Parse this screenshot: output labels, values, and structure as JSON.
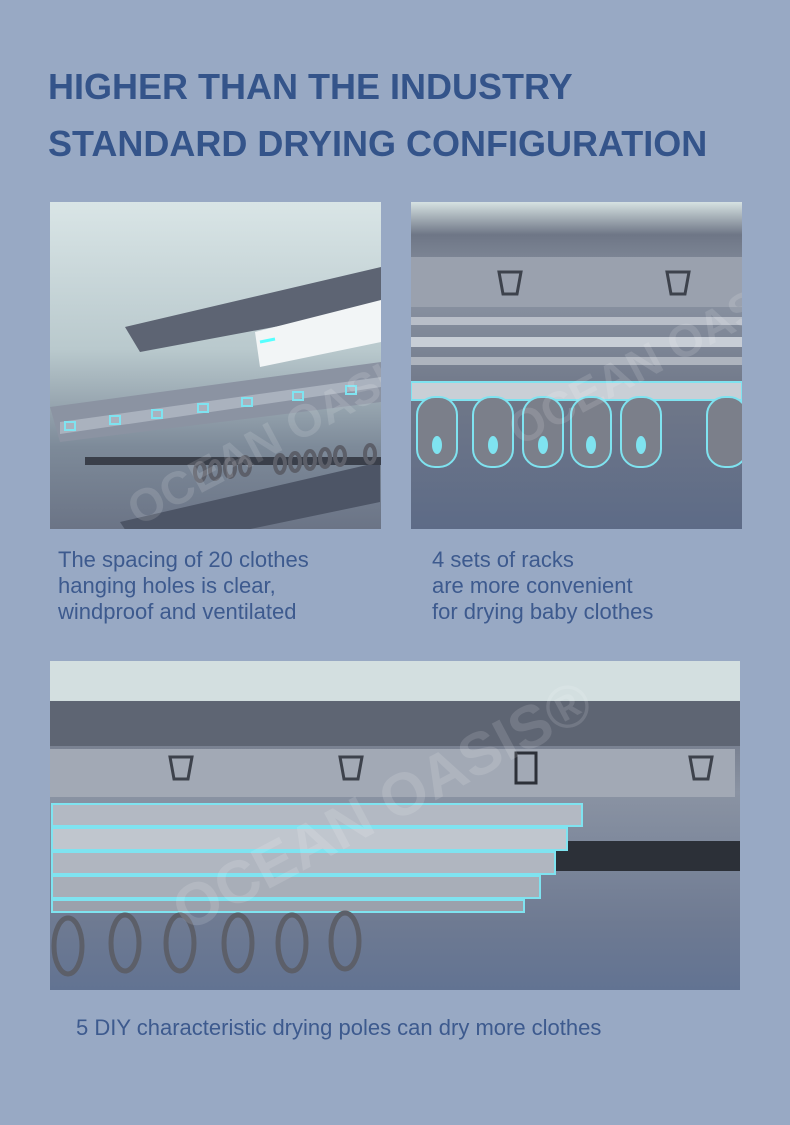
{
  "title": {
    "line1": "HIGHER THAN THE INDUSTRY",
    "line2": "STANDARD DRYING CONFIGURATION"
  },
  "panels": [
    {
      "caption": [
        "The spacing of 20 clothes",
        "hanging holes is clear,",
        "windproof and ventilated"
      ]
    },
    {
      "caption": [
        "4 sets of racks",
        "are more convenient",
        "for drying baby clothes"
      ]
    },
    {
      "caption": [
        "5 DIY characteristic drying poles can dry more clothes"
      ]
    }
  ],
  "watermark": "OCEAN OASIS®",
  "colors": {
    "background": "#98a9c4",
    "title": "#34548a",
    "caption": "#3d5a8e",
    "highlight": "#7fe3f0"
  }
}
